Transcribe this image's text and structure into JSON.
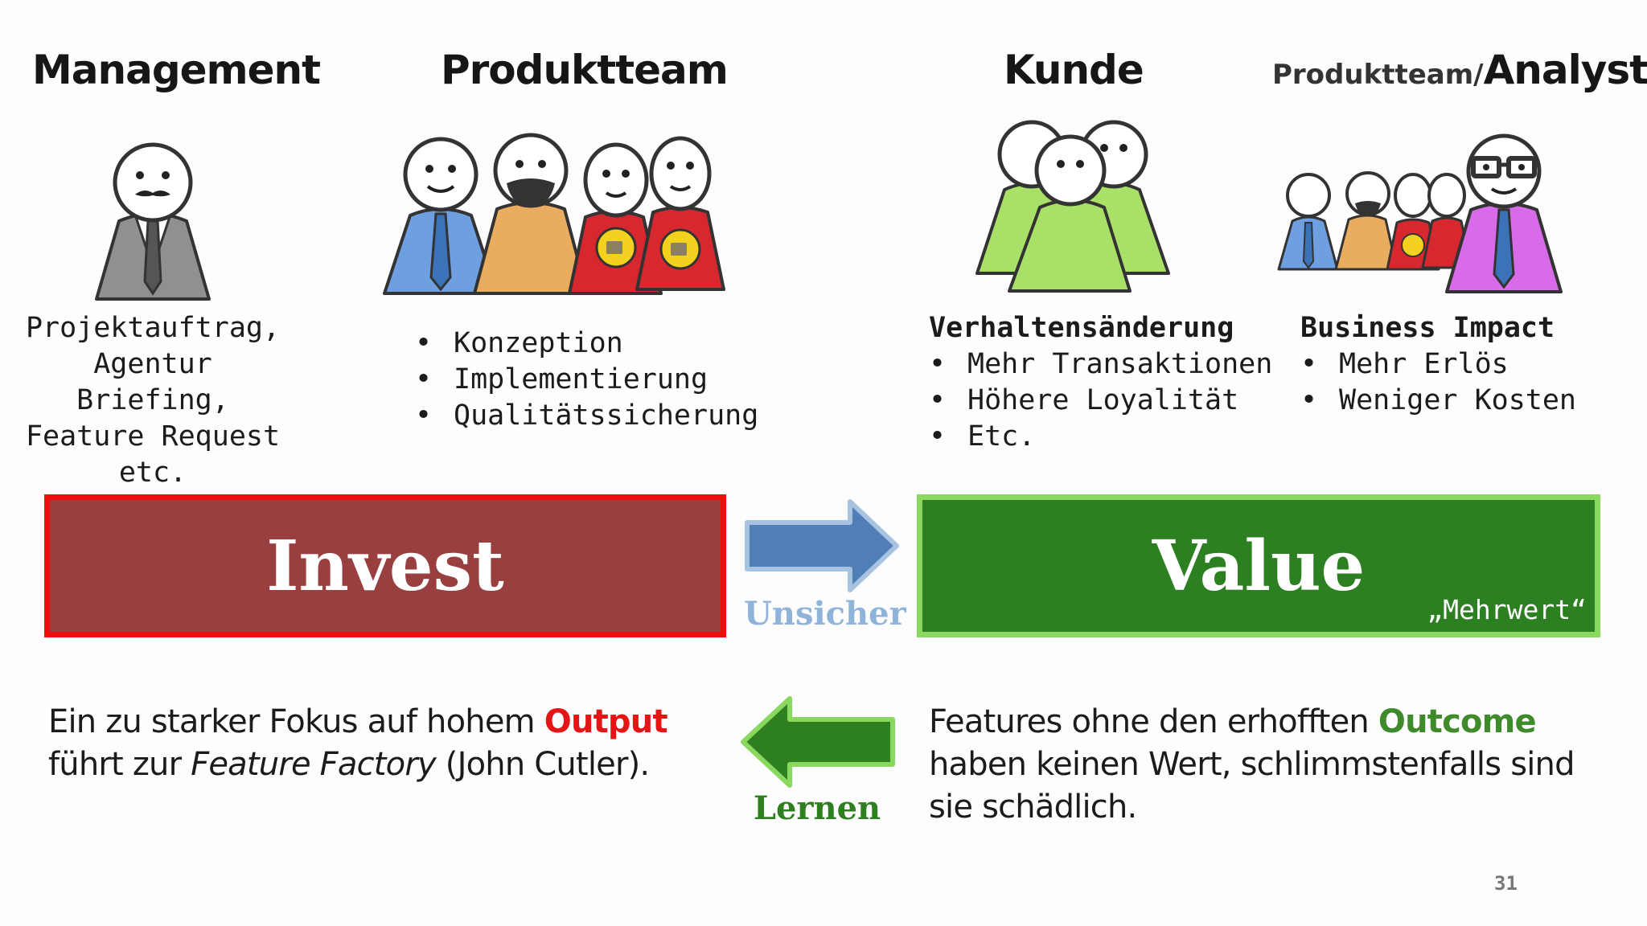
{
  "columns": {
    "management": {
      "title": "Management",
      "text": [
        "Projektauftrag,",
        "Agentur Briefing,",
        "Feature Request",
        "etc."
      ]
    },
    "produktteam": {
      "title": "Produktteam",
      "items": [
        "Konzeption",
        "Implementierung",
        "Qualitätssicherung"
      ]
    },
    "kunde": {
      "title": "Kunde",
      "heading": "Verhaltensänderung",
      "items": [
        "Mehr Transaktionen",
        "Höhere Loyalität",
        "Etc."
      ]
    },
    "analyst": {
      "title_small": "Produktteam/",
      "title_large": "Analyst",
      "heading": "Business Impact",
      "items": [
        "Mehr Erlös",
        "Weniger Kosten"
      ]
    }
  },
  "boxes": {
    "invest": "Invest",
    "value": "Value",
    "value_sub": "„Mehrwert“"
  },
  "arrows": {
    "forward_label": "Unsicher",
    "back_label": "Lernen"
  },
  "bottom_left": {
    "part1": "Ein zu starker Fokus auf hohem ",
    "highlight": "Output",
    "part2": "führt zur ",
    "italic": "Feature Factory",
    "part3": " (John Cutler)."
  },
  "bottom_right": {
    "part1": "Features ohne den erhofften ",
    "highlight": "Outcome",
    "line2": "haben keinen Wert, schlimmstenfalls sind",
    "line3": "sie schädlich."
  },
  "page_number": "31",
  "colors": {
    "invest_fill": "#9a3f3f",
    "invest_border": "#ee0e0e",
    "value_fill": "#2d8021",
    "value_border": "#8ad85f",
    "output_red": "#e51515",
    "outcome_green": "#3f8a2b",
    "forward_arrow": "#4f7fb6",
    "back_arrow": "#2d7f1f"
  }
}
